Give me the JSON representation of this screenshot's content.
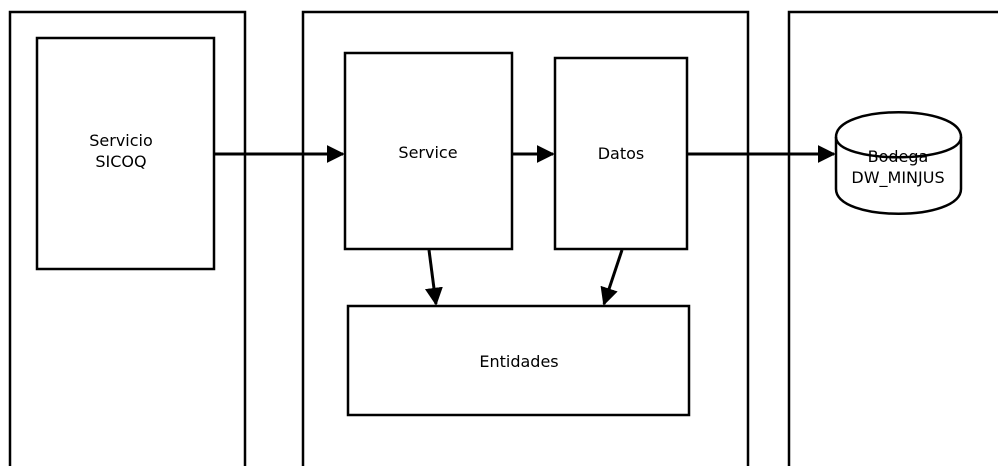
{
  "diagram": {
    "nodes": {
      "servicio_sicoq": {
        "line1": "Servicio",
        "line2": "SICOQ"
      },
      "service": {
        "label": "Service"
      },
      "datos": {
        "label": "Datos"
      },
      "entidades": {
        "label": "Entidades"
      },
      "bodega": {
        "line1": "Bodega",
        "line2": "DW_MINJUS"
      }
    },
    "edges": [
      {
        "from": "Servicio SICOQ",
        "to": "Service"
      },
      {
        "from": "Service",
        "to": "Datos"
      },
      {
        "from": "Datos",
        "to": "Bodega DW_MINJUS"
      },
      {
        "from": "Service",
        "to": "Entidades"
      },
      {
        "from": "Datos",
        "to": "Entidades"
      }
    ]
  }
}
